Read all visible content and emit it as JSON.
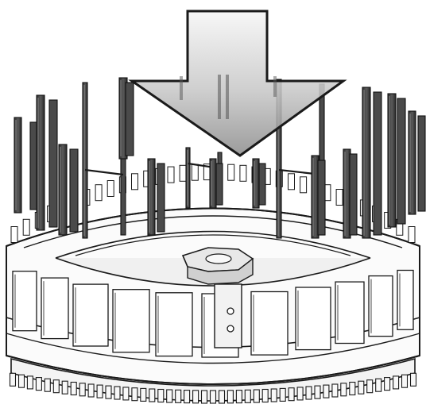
{
  "diagram": {
    "subject": "stator-coil-assembly",
    "insertion_direction": "down",
    "colors": {
      "background": "#ffffff",
      "line": "#1a1a1a",
      "arrow_light": "#f4f4f4",
      "arrow_dark": "#9a9a9a",
      "winding_dark": "#4a4a4a",
      "winding_shade": "#6d6d6d",
      "housing_fill": "#fafafa"
    },
    "parts": [
      {
        "name": "insertion-arrow",
        "kind": "arrow"
      },
      {
        "name": "hairpin-conductors",
        "kind": "winding"
      },
      {
        "name": "stator-housing",
        "kind": "housing"
      },
      {
        "name": "gear-ring",
        "kind": "gear"
      }
    ]
  }
}
